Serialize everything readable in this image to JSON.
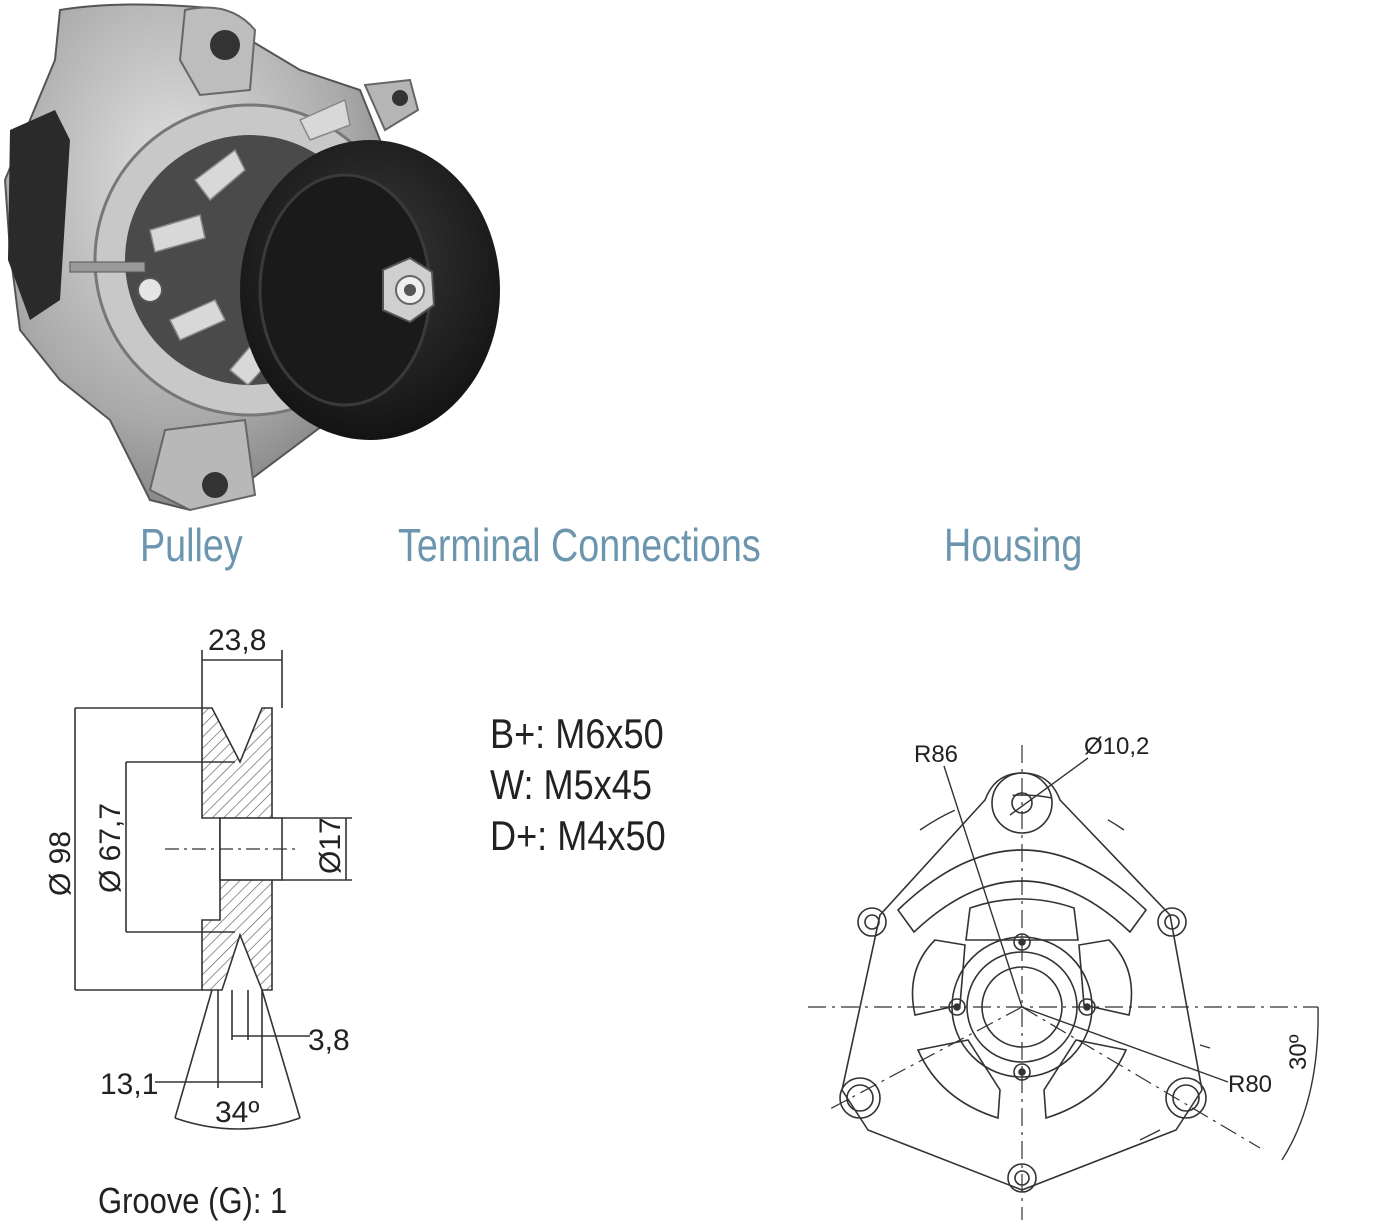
{
  "headings": {
    "pulley": "Pulley",
    "terminal": "Terminal Connections",
    "housing": "Housing"
  },
  "terminals": [
    {
      "label": "B+: M6x50"
    },
    {
      "label": "W: M5x45"
    },
    {
      "label": "D+: M4x50"
    }
  ],
  "pulley_dims": {
    "width": "23,8",
    "outer_diameter": "Ø 98",
    "groove_diameter": "Ø 67,7",
    "bore": "Ø17",
    "offset": "3,8",
    "groove_width": "13,1",
    "angle": "34º"
  },
  "groove_count": "Groove (G): 1",
  "housing_dims": {
    "r86": "R86",
    "hole": "Ø10,2",
    "r80": "R80",
    "angle": "30º"
  },
  "colors": {
    "heading": "#6b96ae",
    "text": "#222222"
  }
}
